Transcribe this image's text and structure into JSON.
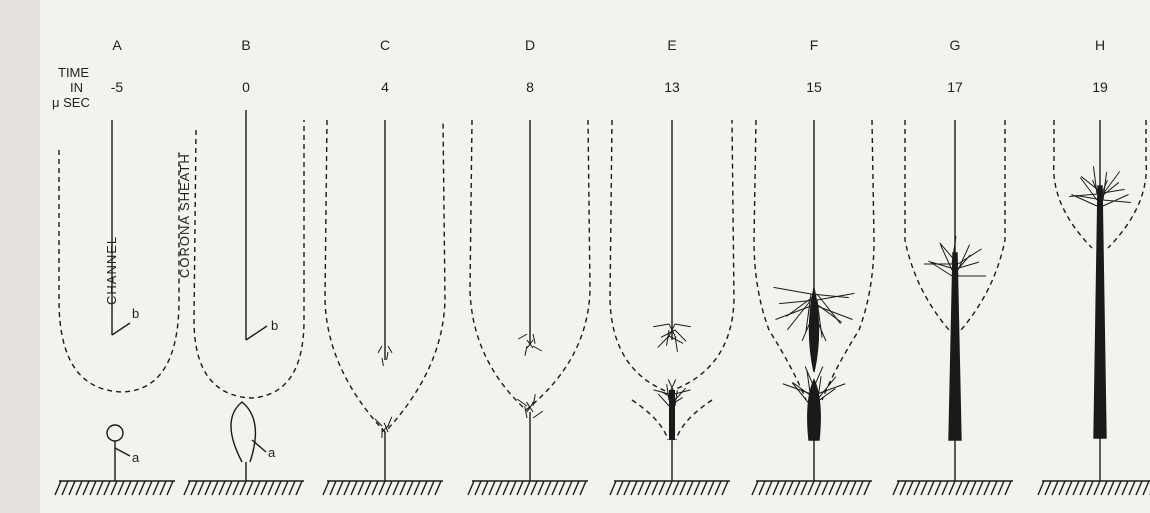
{
  "time_label": {
    "line1": "TIME",
    "line2": "IN",
    "line3": "μ SEC"
  },
  "labels": {
    "channel": "CHANNEL",
    "sheath": "CORONA SHEATH",
    "a": "a",
    "b": "b"
  },
  "frames": [
    {
      "letter": "A",
      "time": "-5"
    },
    {
      "letter": "B",
      "time": "0"
    },
    {
      "letter": "C",
      "time": "4"
    },
    {
      "letter": "D",
      "time": "8"
    },
    {
      "letter": "E",
      "time": "13"
    },
    {
      "letter": "F",
      "time": "15"
    },
    {
      "letter": "G",
      "time": "17"
    },
    {
      "letter": "H",
      "time": "19"
    }
  ]
}
